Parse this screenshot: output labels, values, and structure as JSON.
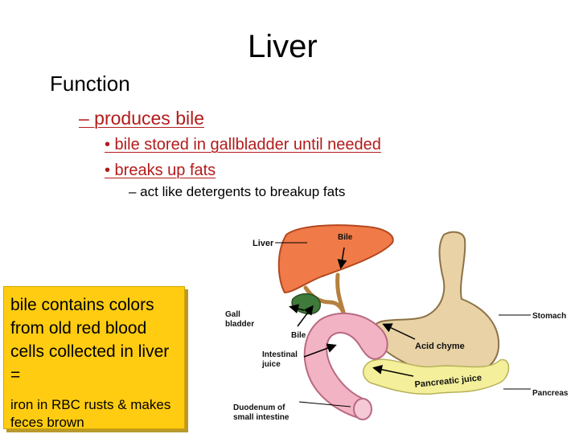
{
  "slide": {
    "title": "Liver",
    "heading": "Function",
    "bullet_main": "– produces bile",
    "bullet_sub_1": "• bile stored in gallbladder until needed",
    "bullet_sub_2": "• breaks up fats",
    "bullet_sub_sub": "– act like detergents to breakup fats"
  },
  "callout": {
    "main_text": "bile contains colors from old red blood cells collected in liver =",
    "secondary_text": "iron in RBC rusts & makes feces brown",
    "background_color": "#ffcc11"
  },
  "diagram": {
    "labels": {
      "liver": "Liver",
      "bile_top": "Bile",
      "gall": "Gall",
      "bladder": "bladder",
      "bile_mid": "Bile",
      "intestinal": "Intestinal",
      "juice": "juice",
      "duodenum": "Duodenum of",
      "small_intestine": "small intestine",
      "stomach": "Stomach",
      "acid_chyme": "Acid chyme",
      "pancreatic_juice": "Pancreatic juice",
      "pancreas": "Pancreas"
    },
    "colors": {
      "liver": "#f07a48",
      "stomach": "#e8d2a6",
      "gallbladder": "#3f7a3a",
      "duct": "#b5803f",
      "intestine": "#f2b3c4",
      "pancreas": "#f3ef9a"
    }
  }
}
